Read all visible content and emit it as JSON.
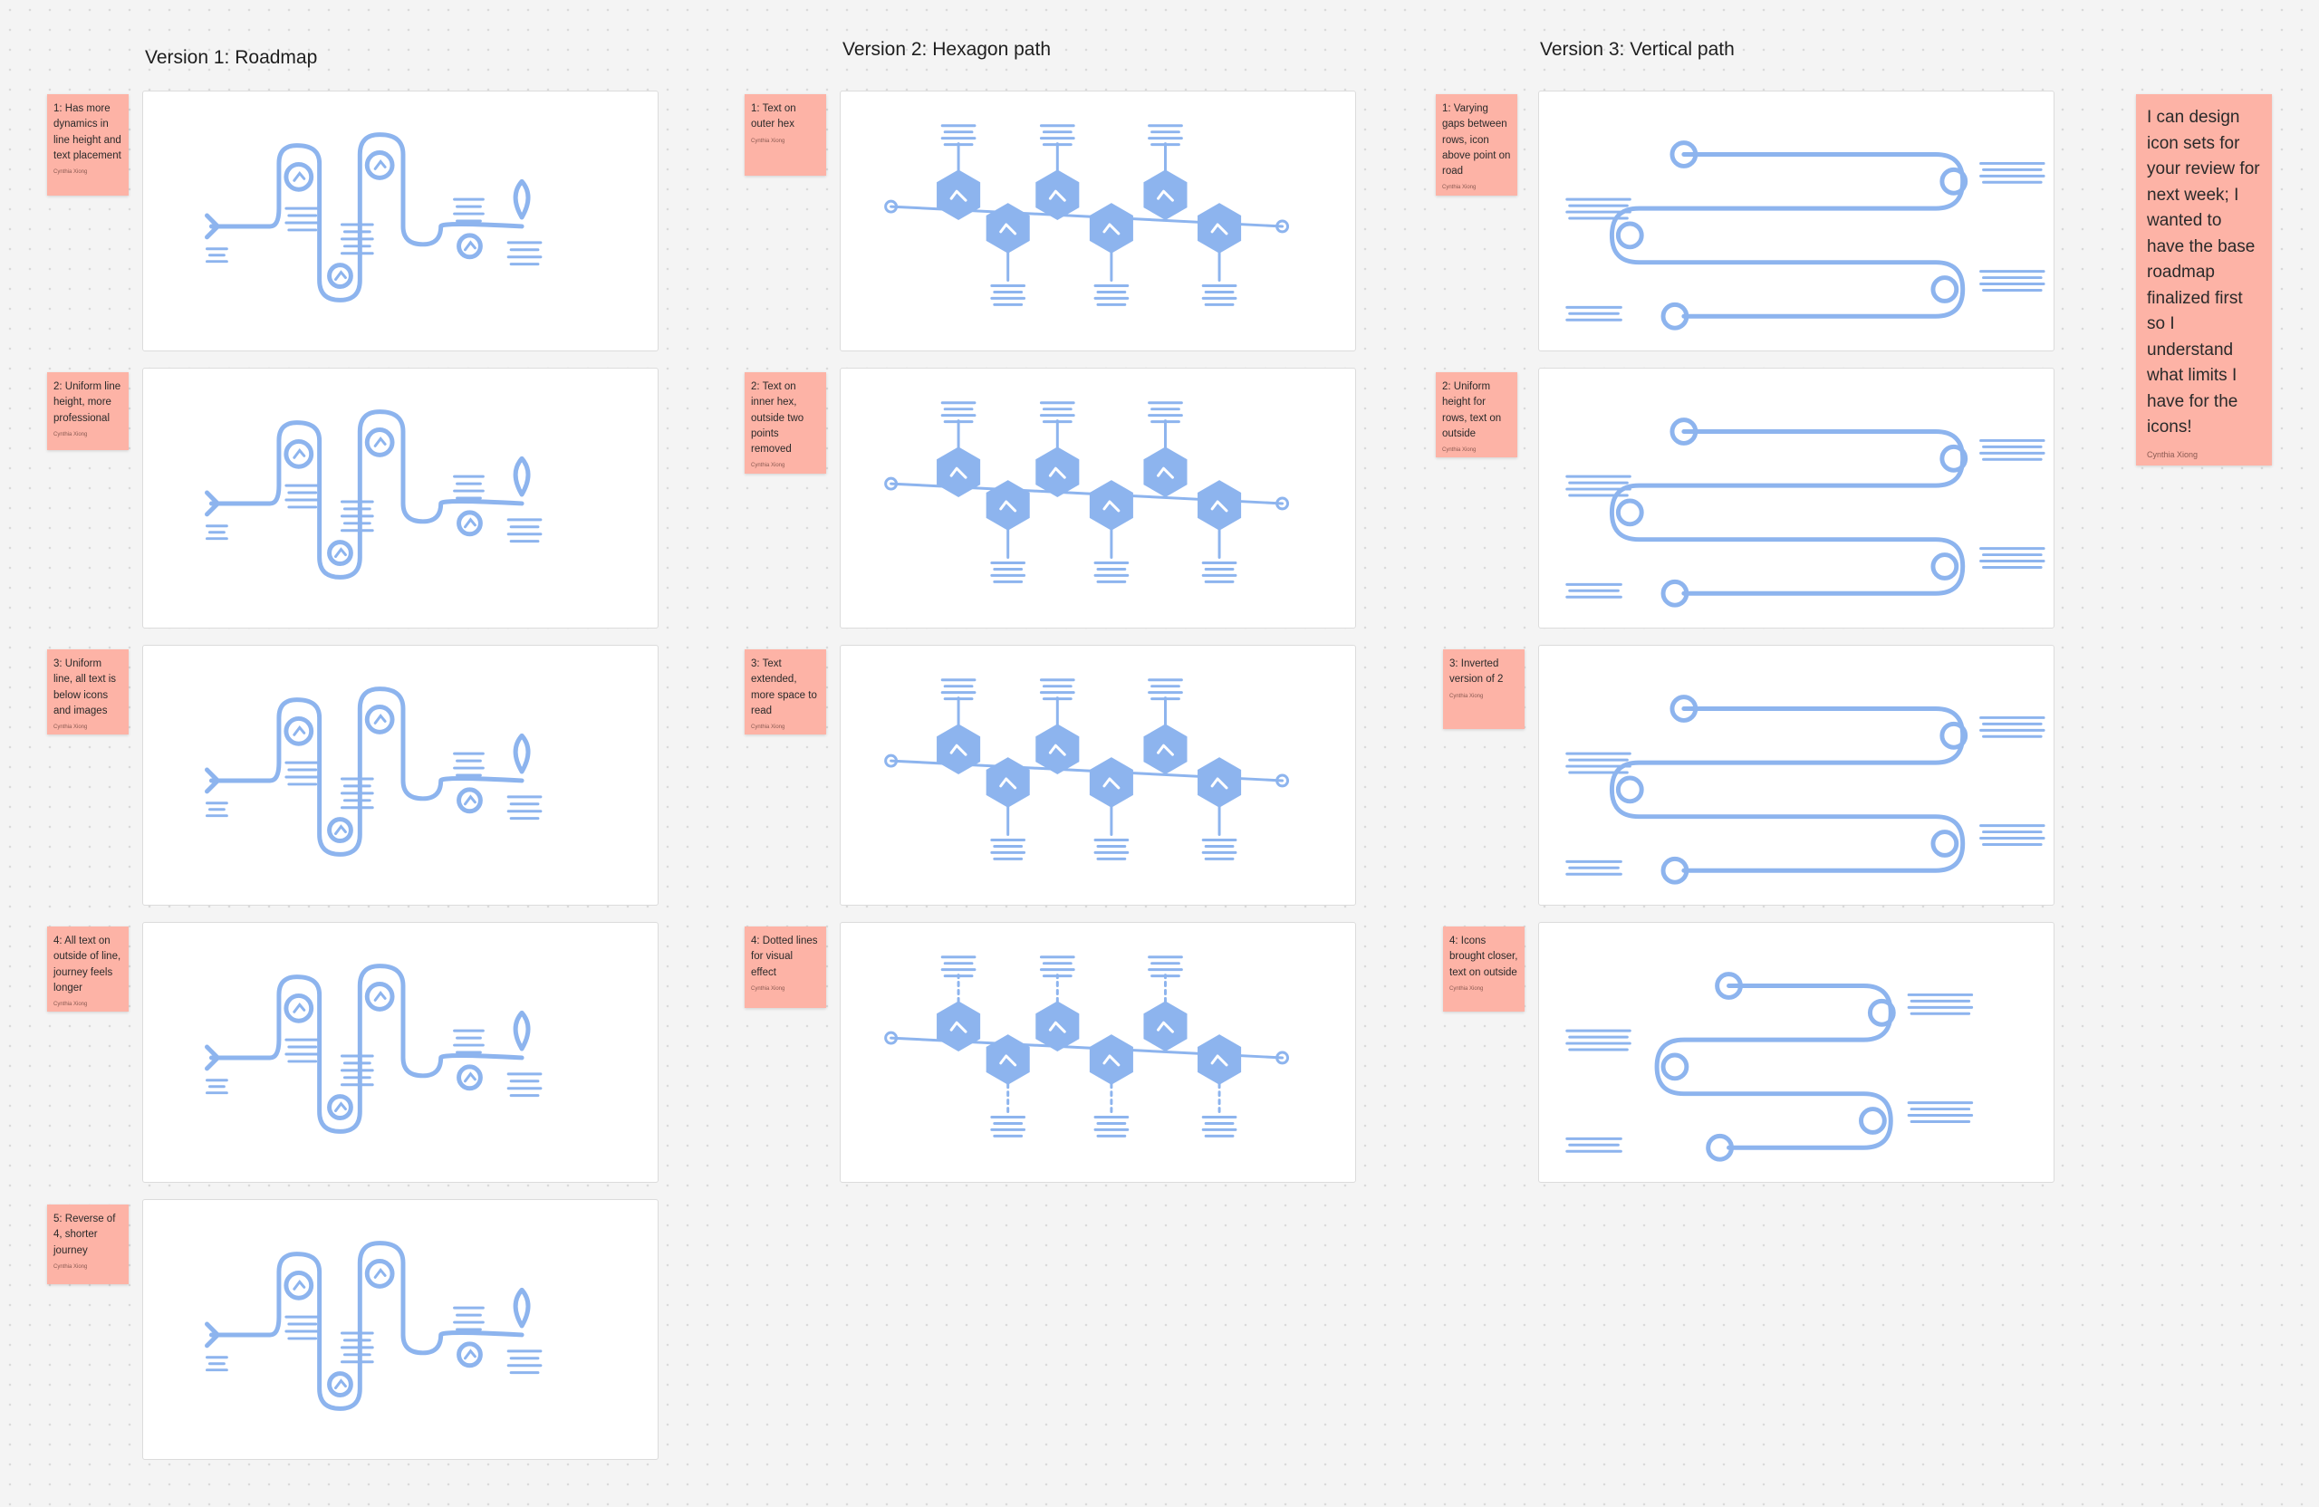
{
  "columns": [
    {
      "title": "Version 1: Roadmap",
      "notes": [
        {
          "text": "1: Has more dynamics in line height and text placement",
          "author": "Cynthia Xiong"
        },
        {
          "text": "2: Uniform line height, more professional",
          "author": "Cynthia Xiong"
        },
        {
          "text": "3: Uniform line, all text is below icons and images",
          "author": "Cynthia Xiong"
        },
        {
          "text": "4: All text on outside of line, journey feels longer",
          "author": "Cynthia Xiong"
        },
        {
          "text": "5: Reverse of 4, shorter journey",
          "author": "Cynthia Xiong"
        }
      ]
    },
    {
      "title": "Version 2: Hexagon path",
      "notes": [
        {
          "text": "1: Text on outer hex",
          "author": "Cynthia Xiong"
        },
        {
          "text": "2: Text on inner hex, outside two points removed",
          "author": "Cynthia Xiong"
        },
        {
          "text": "3: Text extended, more space to read",
          "author": "Cynthia Xiong"
        },
        {
          "text": "4: Dotted lines for visual effect",
          "author": "Cynthia Xiong"
        }
      ]
    },
    {
      "title": "Version 3: Vertical path",
      "notes": [
        {
          "text": "1: Varying gaps between rows, icon above point on road",
          "author": "Cynthia Xiong"
        },
        {
          "text": "2: Uniform height for rows, text on outside",
          "author": "Cynthia Xiong"
        },
        {
          "text": "3: Inverted version of 2",
          "author": "Cynthia Xiong"
        },
        {
          "text": "4: Icons brought closer, text on outside",
          "author": "Cynthia Xiong"
        }
      ]
    }
  ],
  "comment": {
    "text": "I can design icon sets for your review for next week; I wanted to have the base roadmap finalized first so I understand what limits I have for the icons!",
    "author": "Cynthia Xiong"
  },
  "colors": {
    "sketch": "#8db4ee",
    "sticky": "#fdb3a6"
  }
}
